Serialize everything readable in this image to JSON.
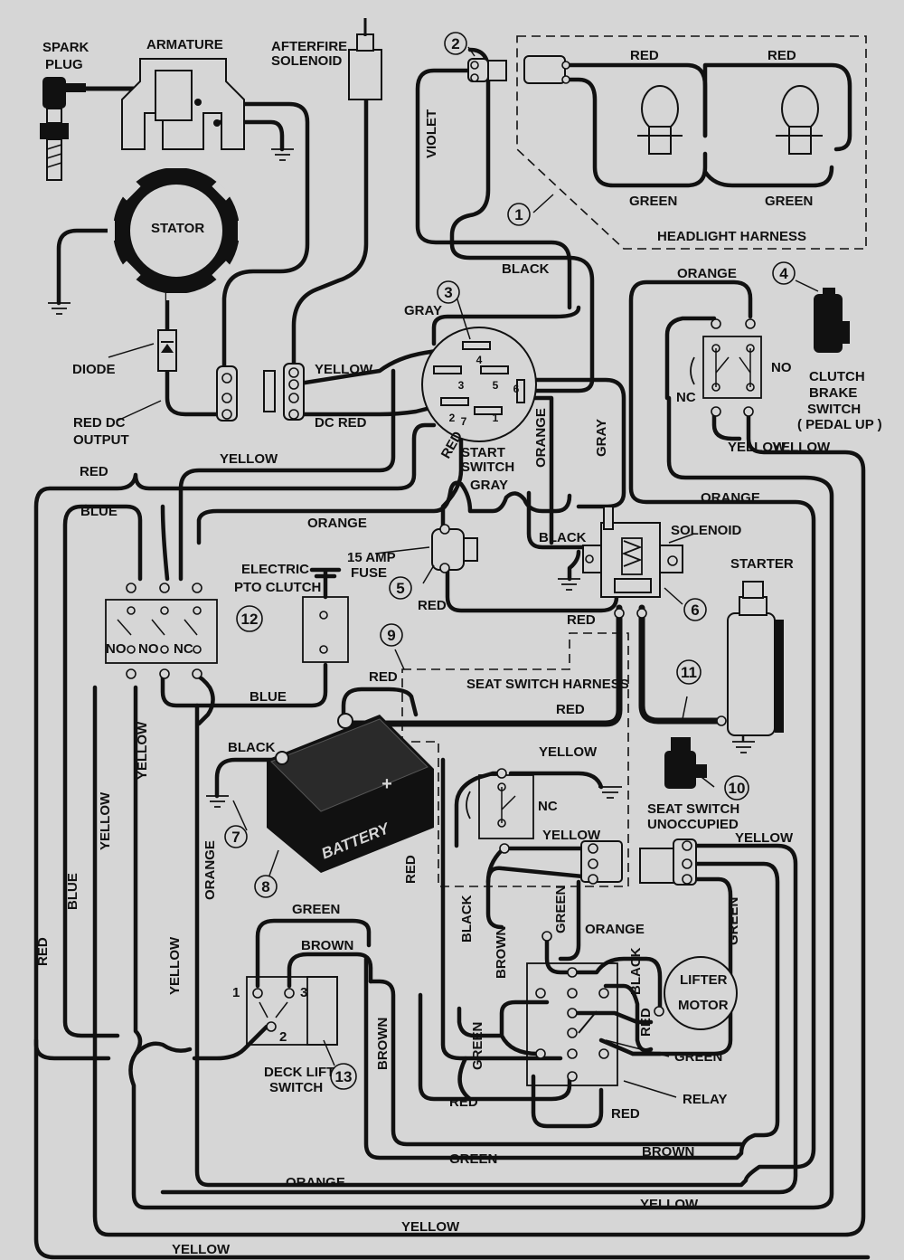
{
  "components": {
    "spark_plug": "SPARK PLUG",
    "armature": "ARMATURE",
    "afterfire_solenoid": "AFTERFIRE SOLENOID",
    "stator": "STATOR",
    "diode": "DIODE",
    "red_dc_output": "RED DC OUTPUT",
    "headlight_harness": "HEADLIGHT HARNESS",
    "start_switch": "START SWITCH",
    "clutch_brake_switch": "CLUTCH BRAKE SWITCH ( PEDAL UP )",
    "solenoid": "SOLENOID",
    "starter": "STARTER",
    "electric_pto_clutch": "ELECTRIC PTO CLUTCH",
    "fuse": "15 AMP FUSE",
    "seat_switch_harness": "SEAT SWITCH HARNESS",
    "battery": "BATTERY",
    "seat_switch_unoccupied": "SEAT SWITCH UNOCCUPIED",
    "lifter_motor": "LIFTER MOTOR",
    "relay": "RELAY",
    "deck_lift_switch": "DECK LIFT SWITCH"
  },
  "callouts": [
    "1",
    "2",
    "3",
    "4",
    "5",
    "6",
    "7",
    "8",
    "9",
    "10",
    "11",
    "12",
    "13"
  ],
  "switch_contacts": {
    "no": "NO",
    "nc": "NC"
  },
  "pins": {
    "p1": "1",
    "p2": "2",
    "p3": "3",
    "p4": "4",
    "p5": "5",
    "p6": "6",
    "p7": "7"
  },
  "wires": {
    "red": "RED",
    "green": "GREEN",
    "violet": "VIOLET",
    "black": "BLACK",
    "gray": "GRAY",
    "yellow": "YELLOW",
    "orange": "ORANGE",
    "blue": "BLUE",
    "brown": "BROWN",
    "dc_red": "DC RED"
  },
  "battery_mark": "+"
}
